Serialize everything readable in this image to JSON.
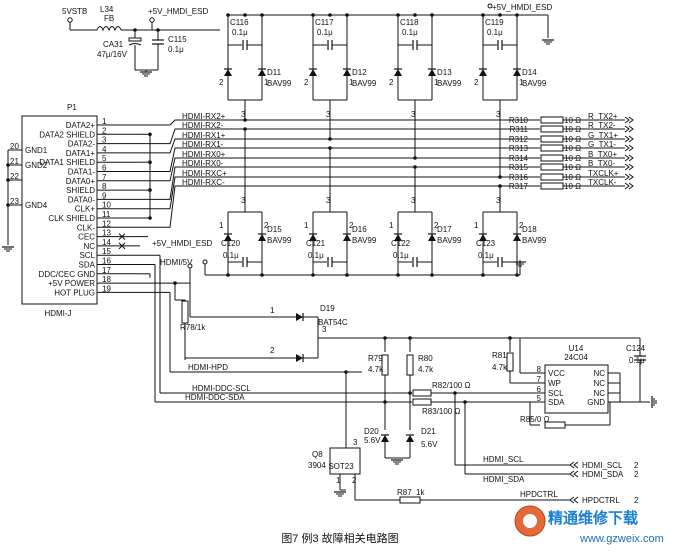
{
  "caption": "图7  例3  故障相关电路图",
  "watermark": {
    "title": "精通维修下载",
    "url": "www.gzweix.com"
  },
  "power": {
    "vstb": "5VSTB",
    "esd": "+5V_HMDI_ESD"
  },
  "components": {
    "l34": {
      "ref": "L34",
      "value": "FB"
    },
    "ca31": {
      "ref": "CA31",
      "value": "47μ/16V"
    },
    "c115": {
      "ref": "C115",
      "value": "0.1μ"
    },
    "top_caps": [
      {
        "ref": "C116",
        "value": "0.1μ"
      },
      {
        "ref": "C117",
        "value": "0.1μ"
      },
      {
        "ref": "C118",
        "value": "0.1μ"
      },
      {
        "ref": "C119",
        "value": "0.1μ"
      }
    ],
    "top_diodes": [
      {
        "ref": "D11",
        "value": "BAV99"
      },
      {
        "ref": "D12",
        "value": "BAV99"
      },
      {
        "ref": "D13",
        "value": "BAV99"
      },
      {
        "ref": "D14",
        "value": "BAV99"
      }
    ],
    "bot_caps": [
      {
        "ref": "C120",
        "value": "0.1μ"
      },
      {
        "ref": "C121",
        "value": "0.1μ"
      },
      {
        "ref": "C122",
        "value": "0.1μ"
      },
      {
        "ref": "C123",
        "value": "0.1μ"
      }
    ],
    "bot_diodes": [
      {
        "ref": "D15",
        "value": "BAV99"
      },
      {
        "ref": "D16",
        "value": "BAV99"
      },
      {
        "ref": "D17",
        "value": "BAV99"
      },
      {
        "ref": "D18",
        "value": "BAV99"
      }
    ],
    "p1": {
      "ref": "P1",
      "name": "HDMI-J"
    },
    "r78": "R78/1k",
    "d19": {
      "ref": "D19",
      "value": "BAT54C"
    },
    "r79": {
      "ref": "R79",
      "value": "4.7k"
    },
    "r80": {
      "ref": "R80",
      "value": "4.7k"
    },
    "r81": {
      "ref": "R81",
      "value": "4.7k"
    },
    "r82": "R82/100 Ω",
    "r83": "R83/100 Ω",
    "r85": "R85/0 Ω",
    "r87": {
      "ref": "R87",
      "value": "1k"
    },
    "d20": {
      "ref": "D20",
      "value": "5.6V"
    },
    "d21": {
      "ref": "D21",
      "value": "5.6V"
    },
    "q8": {
      "ref": "Q8",
      "value": "3904",
      "pkg": "SOT23",
      "pins": [
        "1",
        "2",
        "3"
      ]
    },
    "u14": {
      "ref": "U14",
      "part": "24C04",
      "pins_left": [
        "VCC",
        "WP",
        "SCL",
        "SDA"
      ],
      "pins_right": [
        "NC",
        "NC",
        "NC",
        "GND"
      ],
      "pin_nums_left": [
        "8",
        "7",
        "6",
        "5"
      ]
    },
    "c124": {
      "ref": "C124",
      "value": "0.1μ"
    }
  },
  "connector_pins": [
    {
      "num": "1",
      "name": "DATA2+"
    },
    {
      "num": "2",
      "name": "DATA2 SHIELD"
    },
    {
      "num": "3",
      "name": "DATA2-"
    },
    {
      "num": "4",
      "name": "DATA1+"
    },
    {
      "num": "5",
      "name": "DATA1 SHIELD"
    },
    {
      "num": "6",
      "name": "DATA1-"
    },
    {
      "num": "7",
      "name": "DATA0+"
    },
    {
      "num": "8",
      "name": "SHIELD"
    },
    {
      "num": "9",
      "name": "DATA0-"
    },
    {
      "num": "10",
      "name": "CLK+"
    },
    {
      "num": "11",
      "name": "CLK SHIELD"
    },
    {
      "num": "12",
      "name": "CLK-"
    },
    {
      "num": "13",
      "name": "CEC"
    },
    {
      "num": "14",
      "name": "NC"
    },
    {
      "num": "15",
      "name": "SCL"
    },
    {
      "num": "16",
      "name": "SDA"
    },
    {
      "num": "17",
      "name": "DDC/CEC GND"
    },
    {
      "num": "18",
      "name": "+5V POWER"
    },
    {
      "num": "19",
      "name": "HOT PLUG"
    }
  ],
  "gnd_pins": [
    {
      "num": "20",
      "label": "GND1"
    },
    {
      "num": "21",
      "label": "GND2"
    },
    {
      "num": "22",
      "label": ""
    },
    {
      "num": "23",
      "label": "GND4"
    }
  ],
  "nets": [
    {
      "name": "HDMI-RX2+",
      "res": "R310",
      "ohm": "10 Ω",
      "out": "R_TX2+"
    },
    {
      "name": "HDMI-RX2-",
      "res": "R311",
      "ohm": "10 Ω",
      "out": "R_TX2-"
    },
    {
      "name": "HDMI-RX1+",
      "res": "R312",
      "ohm": "10 Ω",
      "out": "G_TX1+"
    },
    {
      "name": "HDMI-RX1-",
      "res": "R313",
      "ohm": "10 Ω",
      "out": "G_TX1-"
    },
    {
      "name": "HDMI-RX0+",
      "res": "R314",
      "ohm": "10 Ω",
      "out": "B_TX0+"
    },
    {
      "name": "HDMI-RX0-",
      "res": "R315",
      "ohm": "10 Ω",
      "out": "B_TX0-"
    },
    {
      "name": "HDMI-RXC+",
      "res": "R316",
      "ohm": "10 Ω",
      "out": "TXCLK+"
    },
    {
      "name": "HDMI-RXC-",
      "res": "R317",
      "ohm": "10 Ω",
      "out": "TXCLK-"
    }
  ],
  "signals": {
    "hdmi5v": "HDMI/5V",
    "hpd": "HDMI-HPD",
    "ddc_scl": "HDMI-DDC-SCL",
    "ddc_sda": "HDMI-DDC-SDA",
    "out_scl": "HDMI_SCL",
    "out_sda": "HDMI_SDA",
    "out_hpd": "HPDCTRL",
    "tap_num": "2"
  },
  "pin_labels": {
    "one": "1",
    "two": "2",
    "three": "3"
  }
}
